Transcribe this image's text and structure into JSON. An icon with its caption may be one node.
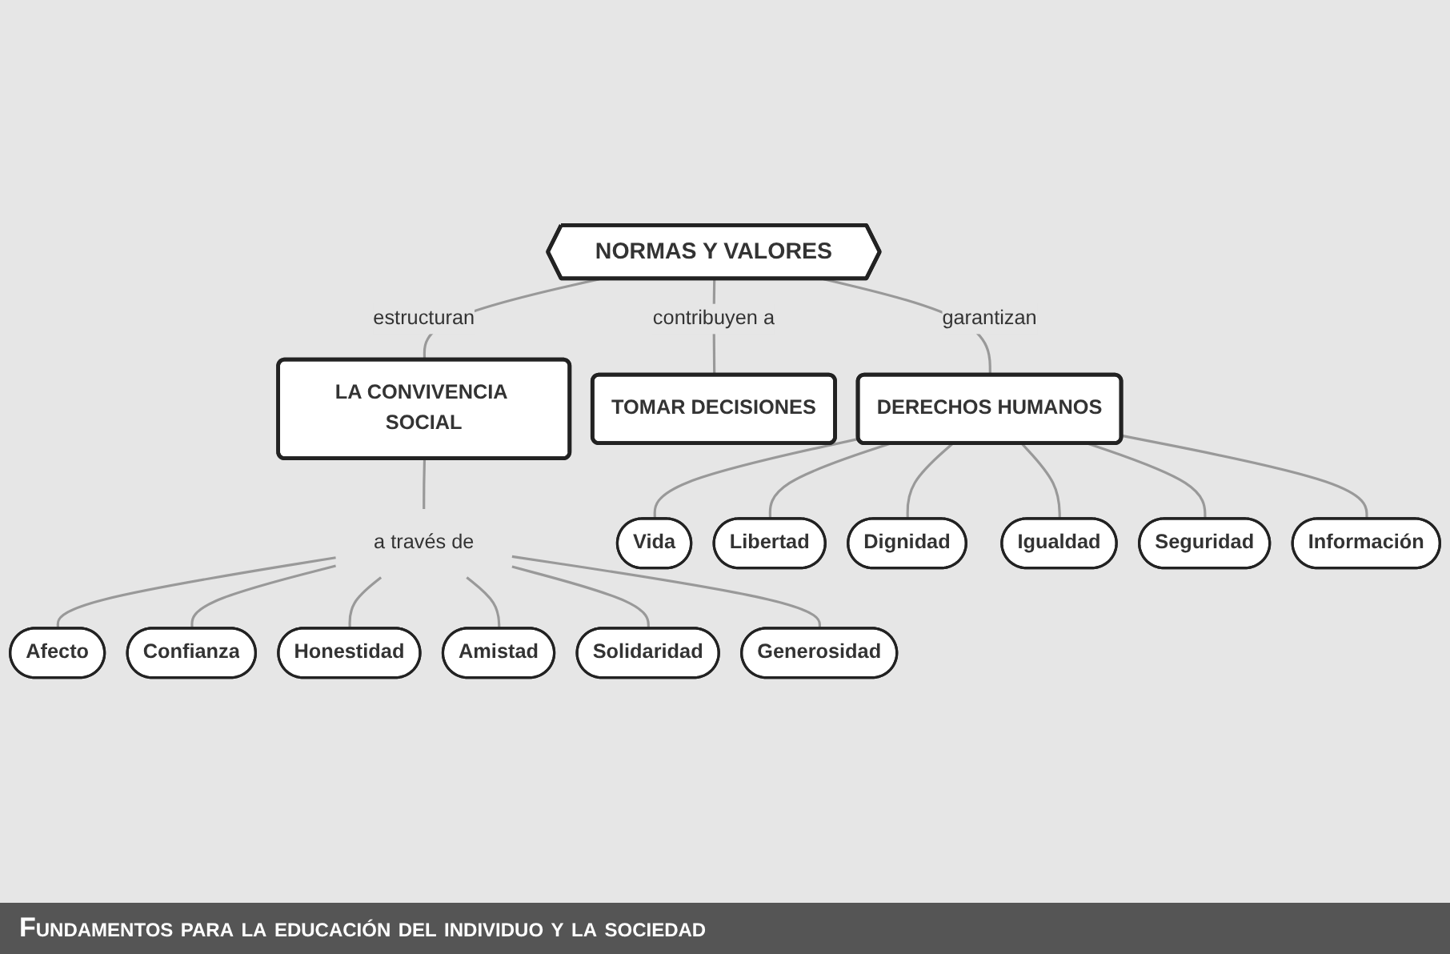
{
  "diagram": {
    "caption": "Fundamentos para la educación del individuo y la sociedad",
    "nodes": [
      {
        "text": [
          "NORMAS Y VALORES"
        ]
      },
      {
        "text": [
          "LA CONVIVENCIA SOCIAL"
        ]
      },
      {
        "text": [
          "TOMAR DECISIONES"
        ]
      },
      {
        "text": [
          "DERECHOS HUMANOS"
        ]
      },
      {
        "text": [
          "a través de"
        ]
      },
      {
        "text": [
          "Afecto"
        ]
      },
      {
        "text": [
          "Confianza"
        ]
      },
      {
        "text": [
          "Honestidad"
        ]
      },
      {
        "text": [
          "Amistad"
        ]
      },
      {
        "text": [
          "Solidaridad"
        ]
      },
      {
        "text": [
          "Generosidad"
        ]
      },
      {
        "text": [
          "Vida"
        ]
      },
      {
        "text": [
          "Libertad"
        ]
      },
      {
        "text": [
          "Dignidad"
        ]
      },
      {
        "text": [
          "Igualdad"
        ]
      },
      {
        "text": [
          "Seguridad"
        ]
      },
      {
        "text": [
          "Información"
        ]
      }
    ],
    "edges": [
      {
        "from": 0,
        "to": 1,
        "label": "estructuran",
        "arrow": "none"
      },
      {
        "from": 0,
        "to": 2,
        "label": "contribuyen a",
        "arrow": "none"
      },
      {
        "from": 0,
        "to": 3,
        "label": "garantizan",
        "arrow": "none"
      },
      {
        "from": 1,
        "to": 4,
        "arrow": "none"
      },
      {
        "from": 4,
        "to": 5,
        "arrow": "none"
      },
      {
        "from": 4,
        "to": 6,
        "arrow": "none"
      },
      {
        "from": 4,
        "to": 7,
        "arrow": "none"
      },
      {
        "from": 4,
        "to": 8,
        "arrow": "none"
      },
      {
        "from": 4,
        "to": 9,
        "arrow": "none"
      },
      {
        "from": 4,
        "to": 10,
        "arrow": "none"
      },
      {
        "from": 3,
        "to": 11,
        "arrow": "none"
      },
      {
        "from": 3,
        "to": 12,
        "arrow": "none"
      },
      {
        "from": 3,
        "to": 13,
        "arrow": "none"
      },
      {
        "from": 3,
        "to": 14,
        "arrow": "none"
      },
      {
        "from": 3,
        "to": 15,
        "arrow": "none"
      },
      {
        "from": 3,
        "to": 16,
        "arrow": "none"
      }
    ]
  }
}
